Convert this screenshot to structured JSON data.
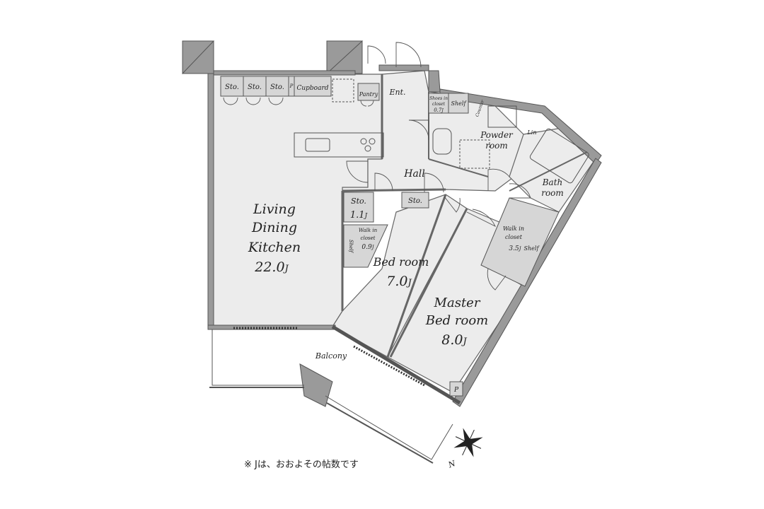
{
  "rooms": {
    "ldk": {
      "line1": "Living",
      "line2": "Dining",
      "line3": "Kitchen",
      "area": "22.0"
    },
    "bed": {
      "name": "Bed room",
      "area": "7.0"
    },
    "master": {
      "line1": "Master",
      "line2": "Bed room",
      "area": "8.0"
    },
    "hall": "Hall",
    "ent": "Ent.",
    "powder": {
      "line1": "Powder",
      "line2": "room"
    },
    "bath": {
      "line1": "Bath",
      "line2": "room"
    },
    "balcony": "Balcony"
  },
  "storage": {
    "sto": "Sto.",
    "sto_small_area": "1.1",
    "p": "P",
    "cupboard": "Cupboard",
    "pantry": "Pantry",
    "shelf": "Shelf",
    "shoes": {
      "line1": "Shoes in",
      "line2": "closet",
      "area": "0.7"
    },
    "wic1": {
      "line1": "Walk in",
      "line2": "closet",
      "area": "0.9"
    },
    "wic2": {
      "line1": "Walk in",
      "line2": "closet",
      "area": "3.5"
    },
    "counter": "Counter",
    "lin": "Lin"
  },
  "unit": "J",
  "compass": "N",
  "footnote": "※ Jは、おおよその帖数です"
}
